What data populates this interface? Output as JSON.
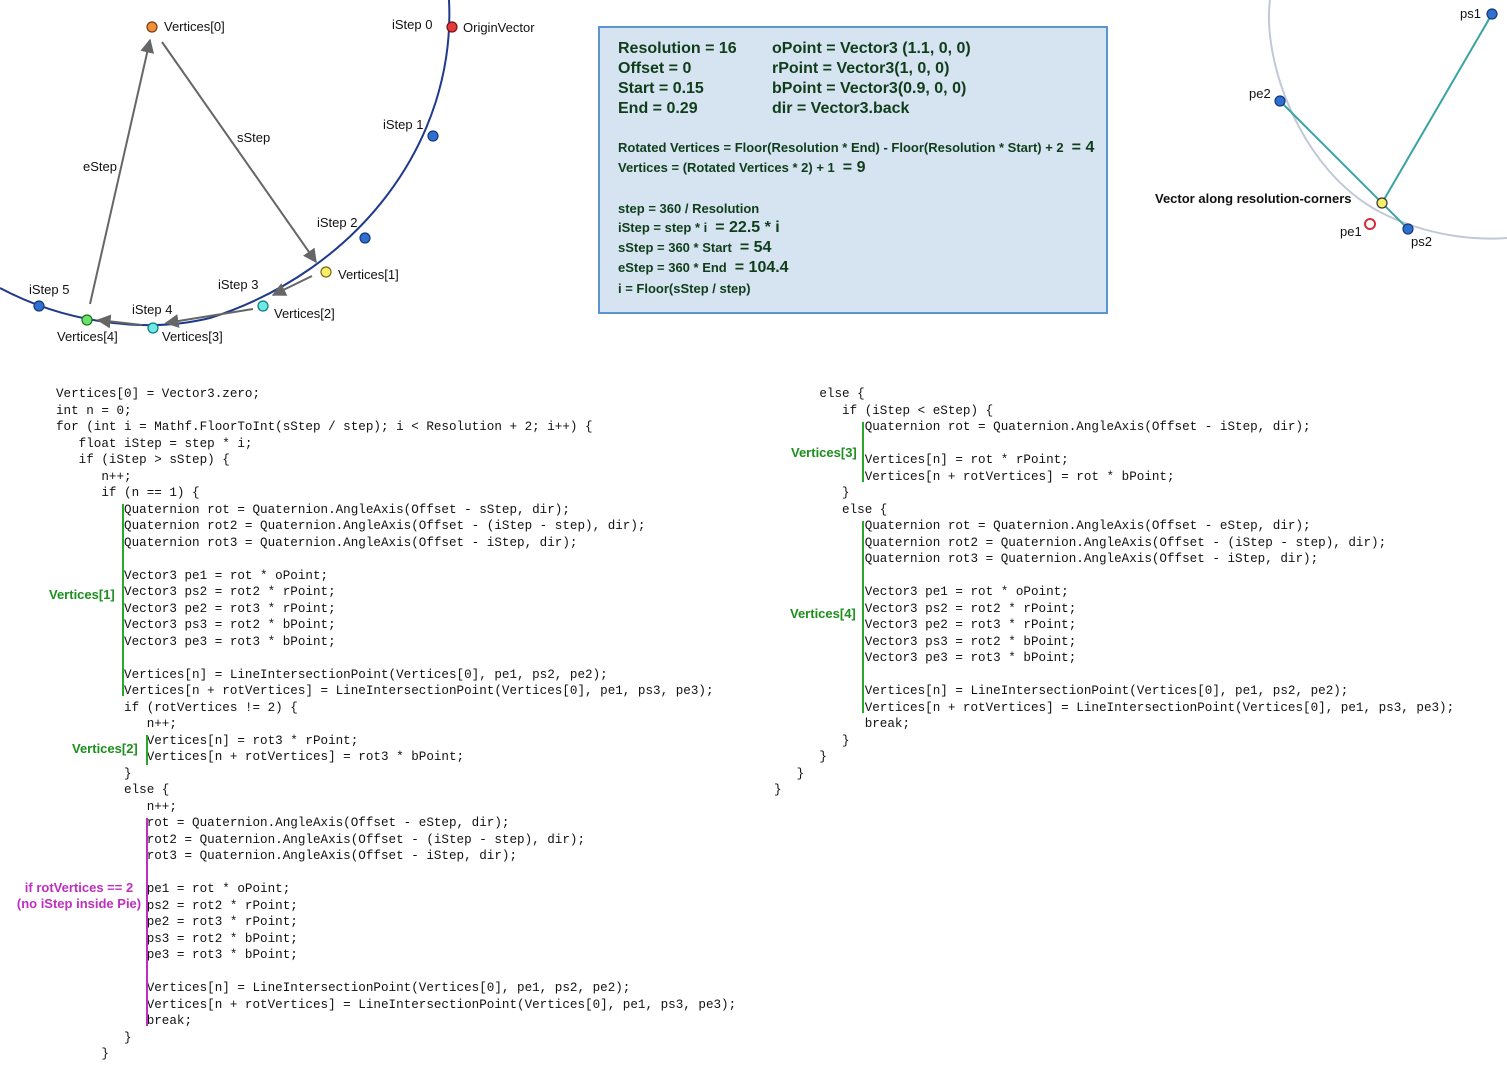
{
  "diagram": {
    "vertices": [
      "Vertices[0]",
      "Vertices[1]",
      "Vertices[2]",
      "Vertices[3]",
      "Vertices[4]"
    ],
    "origin_vector": "OriginVector",
    "isteps": [
      "iStep 0",
      "iStep 1",
      "iStep 2",
      "iStep 3",
      "iStep 4",
      "iStep 5"
    ],
    "sstep_label": "sStep",
    "estep_label": "eStep"
  },
  "corner_diagram": {
    "title": "Vector along resolution-corners",
    "pe1": "pe1",
    "pe2": "pe2",
    "ps1": "ps1",
    "ps2": "ps2"
  },
  "info": {
    "params": [
      "Resolution = 16",
      "oPoint = Vector3 (1.1, 0, 0)",
      "Offset = 0",
      "rPoint = Vector3(1, 0, 0)",
      "Start = 0.15",
      "bPoint = Vector3(0.9, 0, 0)",
      "End = 0.29",
      "dir = Vector3.back"
    ],
    "rotated_formula": "Rotated Vertices = Floor(Resolution * End) - Floor(Resolution * Start) + 2",
    "rotated_result": "= 4",
    "vertices_formula": "Vertices = (Rotated Vertices * 2) + 1",
    "vertices_result": "= 9",
    "step_formula": "step = 360 / Resolution",
    "istep_formula": "iStep = step * i",
    "istep_result": "= 22.5 * i",
    "sstep_formula": "sStep = 360 * Start",
    "sstep_result": "= 54",
    "estep_formula": "eStep = 360 * End",
    "estep_result": "= 104.4",
    "i_formula": "i = Floor(sStep / step)"
  },
  "code": {
    "left": "Vertices[0] = Vector3.zero;\nint n = 0;\nfor (int i = Mathf.FloorToInt(sStep / step); i < Resolution + 2; i++) {\n   float iStep = step * i;\n   if (iStep > sStep) {\n      n++;\n      if (n == 1) {\n         Quaternion rot = Quaternion.AngleAxis(Offset - sStep, dir);\n         Quaternion rot2 = Quaternion.AngleAxis(Offset - (iStep - step), dir);\n         Quaternion rot3 = Quaternion.AngleAxis(Offset - iStep, dir);\n\n         Vector3 pe1 = rot * oPoint;\n         Vector3 ps2 = rot2 * rPoint;\n         Vector3 pe2 = rot3 * rPoint;\n         Vector3 ps3 = rot2 * bPoint;\n         Vector3 pe3 = rot3 * bPoint;\n\n         Vertices[n] = LineIntersectionPoint(Vertices[0], pe1, ps2, pe2);\n         Vertices[n + rotVertices] = LineIntersectionPoint(Vertices[0], pe1, ps3, pe3);\n         if (rotVertices != 2) {\n            n++;\n            Vertices[n] = rot3 * rPoint;\n            Vertices[n + rotVertices] = rot3 * bPoint;\n         }\n         else {\n            n++;\n            rot = Quaternion.AngleAxis(Offset - eStep, dir);\n            rot2 = Quaternion.AngleAxis(Offset - (iStep - step), dir);\n            rot3 = Quaternion.AngleAxis(Offset - iStep, dir);\n\n            pe1 = rot * oPoint;\n            ps2 = rot2 * rPoint;\n            pe2 = rot3 * rPoint;\n            ps3 = rot2 * bPoint;\n            pe3 = rot3 * bPoint;\n\n            Vertices[n] = LineIntersectionPoint(Vertices[0], pe1, ps2, pe2);\n            Vertices[n + rotVertices] = LineIntersectionPoint(Vertices[0], pe1, ps3, pe3);\n            break;\n         }\n      }",
    "right": "      else {\n         if (iStep < eStep) {\n            Quaternion rot = Quaternion.AngleAxis(Offset - iStep, dir);\n\n            Vertices[n] = rot * rPoint;\n            Vertices[n + rotVertices] = rot * bPoint;\n         }\n         else {\n            Quaternion rot = Quaternion.AngleAxis(Offset - eStep, dir);\n            Quaternion rot2 = Quaternion.AngleAxis(Offset - (iStep - step), dir);\n            Quaternion rot3 = Quaternion.AngleAxis(Offset - iStep, dir);\n\n            Vector3 pe1 = rot * oPoint;\n            Vector3 ps2 = rot2 * rPoint;\n            Vector3 pe2 = rot3 * rPoint;\n            Vector3 ps3 = rot2 * bPoint;\n            Vector3 pe3 = rot3 * bPoint;\n\n            Vertices[n] = LineIntersectionPoint(Vertices[0], pe1, ps2, pe2);\n            Vertices[n + rotVertices] = LineIntersectionPoint(Vertices[0], pe1, ps3, pe3);\n            break;\n         }\n      }\n   }\n}"
  },
  "annotations": {
    "v1": "Vertices[1]",
    "v2": "Vertices[2]",
    "v3": "Vertices[3]",
    "v4": "Vertices[4]",
    "rot2_line1": "if rotVertices == 2",
    "rot2_line2": "(no iStep inside Pie)"
  },
  "colors": {
    "circle": "#1f3a8a",
    "step_point": "#2f6fd0",
    "origin_point": "#e23b3b",
    "vertex0": "#f0913a",
    "vertex1": "#f7ee6a",
    "vertex_cyan": "#6fe8e8",
    "vertex4": "#6fe06f",
    "teal_line": "#3aa3a3",
    "annotation_green": "#1d8f1d",
    "annotation_magenta": "#c02ec0"
  }
}
